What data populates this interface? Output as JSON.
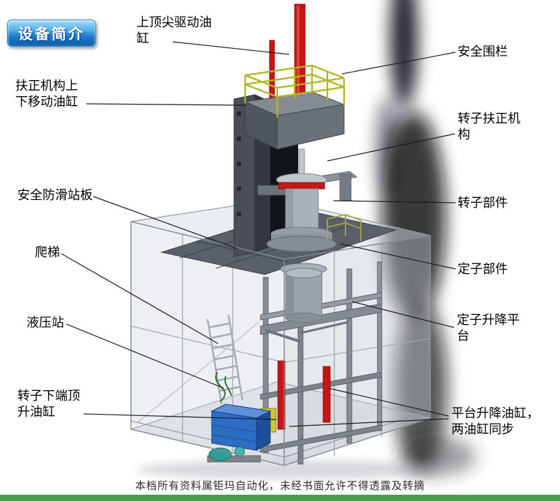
{
  "badge": {
    "label": "设备简介"
  },
  "labels": [
    "上顶尖驱动油缸",
    "安全围栏",
    "扶正机构上下移动油缸",
    "转子扶正机构",
    "安全防滑站板",
    "转子部件",
    "爬梯",
    "定子部件",
    "液压站",
    "定子升降平台",
    "转子下端顶升油缸",
    "平台升降油缸，两油缸同步"
  ],
  "footer": {
    "watermark": "本档所有资料属钜玛自动化，未经书面允许不得透露及转摘"
  },
  "colors": {
    "badge_blue": "#1f7ac8",
    "cylinder_red": "#c61616",
    "fence_yellow": "#b5b51e",
    "hydraulic_blue": "#2d6dc4",
    "footer_green": "#4aa04a"
  }
}
